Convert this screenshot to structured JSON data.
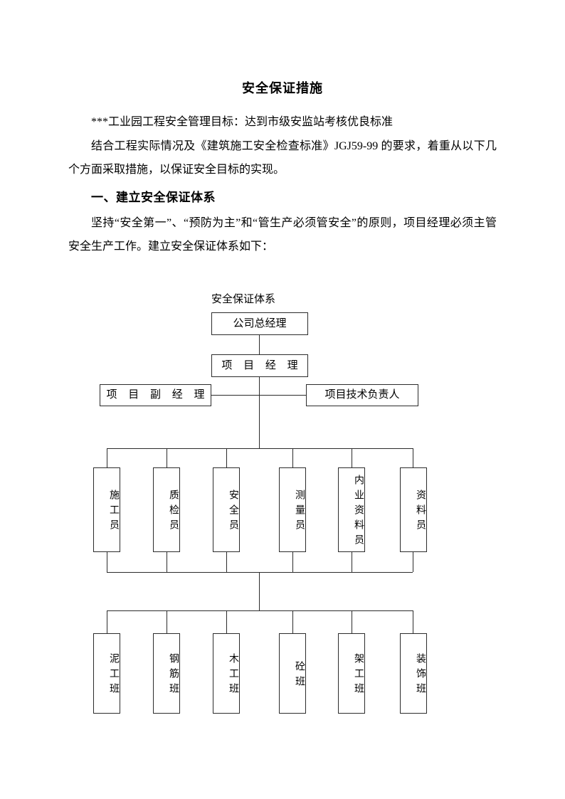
{
  "document": {
    "title": "安全保证措施",
    "paragraphs": [
      "***工业园工程安全管理目标：达到市级安监站考核优良标准",
      "结合工程实际情况及《建筑施工安全检查标准》JGJ59-99 的要求，着重从以下几个方面采取措施，以保证安全目标的实现。"
    ],
    "heading_1": "一、建立安全保证体系",
    "paragraph_after_heading": "坚持“安全第一”、“预防为主”和“管生产必须管安全”的原则，项目经理必须主管安全生产工作。建立安全保证体系如下："
  },
  "org_chart": {
    "caption": "安全保证体系",
    "level1": {
      "label": "公司总经理"
    },
    "level2": {
      "label": "项 目 经 理"
    },
    "level3": [
      {
        "label": "项 目 副 经 理"
      },
      {
        "label": "项目技术负责人"
      }
    ],
    "level4": [
      {
        "label": "施工员"
      },
      {
        "label": "质检员"
      },
      {
        "label": "安全员"
      },
      {
        "label": "测量员"
      },
      {
        "label": "内业资料员"
      },
      {
        "label": "资料员"
      }
    ],
    "level5": [
      {
        "label": "泥工班"
      },
      {
        "label": "钢筋班"
      },
      {
        "label": "木工班"
      },
      {
        "label": "砼班"
      },
      {
        "label": "架工班"
      },
      {
        "label": "装饰班"
      }
    ],
    "colors": {
      "line": "#2b2b2b",
      "box_border": "#2b2b2b",
      "background": "#ffffff",
      "text": "#000000"
    }
  }
}
